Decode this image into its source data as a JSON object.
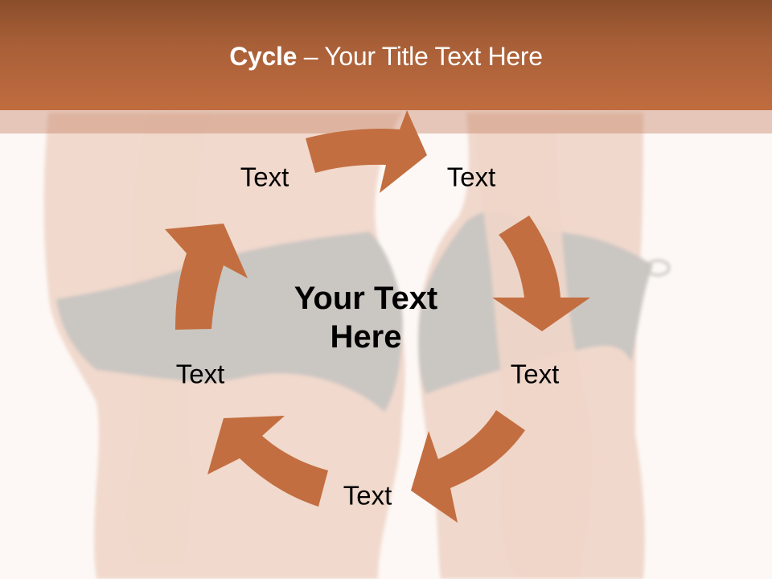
{
  "slide": {
    "title_bold": "Cycle",
    "title_rest": " – Your Title Text Here",
    "center_text_line1": "Your Text",
    "center_text_line2": "Here",
    "colors": {
      "header_top": "#8a4e2b",
      "header_bottom": "#c06c3f",
      "arrow": "#c36e40",
      "background": "#fdf8f5",
      "title_text": "#ffffff",
      "body_text": "#000000"
    },
    "cycle_nodes": [
      {
        "label": "Text",
        "position": "top-left"
      },
      {
        "label": "Text",
        "position": "top-right"
      },
      {
        "label": "Text",
        "position": "right"
      },
      {
        "label": "Text",
        "position": "bottom"
      },
      {
        "label": "Text",
        "position": "left"
      }
    ],
    "arrows": [
      {
        "name": "arrow-top",
        "direction": "clockwise"
      },
      {
        "name": "arrow-right",
        "direction": "clockwise"
      },
      {
        "name": "arrow-bottom-right",
        "direction": "clockwise"
      },
      {
        "name": "arrow-bottom-left",
        "direction": "clockwise"
      },
      {
        "name": "arrow-left",
        "direction": "clockwise"
      }
    ]
  }
}
